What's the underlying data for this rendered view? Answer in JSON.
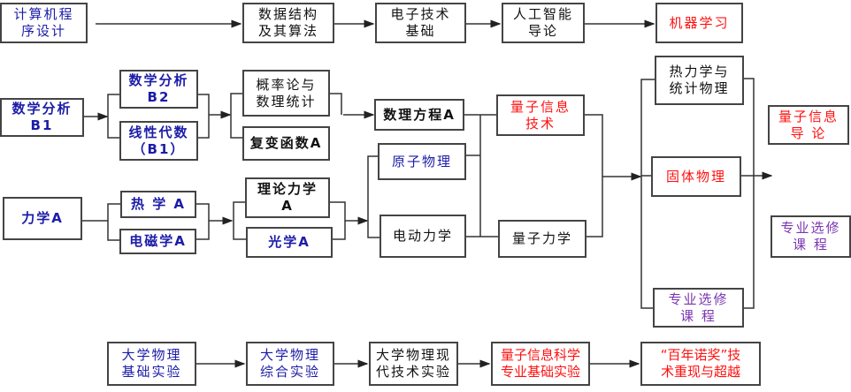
{
  "title_row": [
    {
      "id": "programming",
      "label": "计算机程\n序设计",
      "color": "blue"
    },
    {
      "id": "data-structures",
      "label": "数据结构\n及其算法",
      "color": "black"
    },
    {
      "id": "electronics",
      "label": "电子技术\n基础",
      "color": "black"
    },
    {
      "id": "ai-intro",
      "label": "人工智能\n导论",
      "color": "black"
    },
    {
      "id": "machine-learning",
      "label": "机器学习",
      "color": "red"
    }
  ],
  "math": {
    "analysis_b1": "数学分析\nB1",
    "analysis_b2": "数学分析\nB2",
    "linear_algebra": "线性代数\n（B1）",
    "probability": "概率论与\n数理统计",
    "complex_functions": "复变函数A",
    "math_physics_equations": "数理方程A"
  },
  "physics": {
    "mechanics": "力学A",
    "thermal": "热  学  A",
    "electromagnetism": "电磁学A",
    "theoretical_mechanics": "理论力学\nA",
    "optics": "光学A",
    "atomic_physics": "原子物理",
    "electrodynamics": "电动力学",
    "quantum_info_tech": "量子信息\n技术",
    "quantum_mechanics": "量子力学",
    "thermo_stat": "热力学与\n统计物理",
    "solid_state": "固体物理",
    "electives_mid": "专业选修\n课        程",
    "quantum_info_intro": "量子信息\n导        论",
    "electives_right": "专业选修\n课        程"
  },
  "labs": [
    {
      "id": "basic-lab",
      "label": "大学物理\n基础实验",
      "color": "blue"
    },
    {
      "id": "comprehensive-lab",
      "label": "大学物理\n综合实验",
      "color": "blue"
    },
    {
      "id": "modern-tech-lab",
      "label": "大学物理现\n代技术实验",
      "color": "black"
    },
    {
      "id": "quantum-lab",
      "label": "量子信息科学\n专业基础实验",
      "color": "red"
    },
    {
      "id": "nobel-lab",
      "label": "“百年诺奖”技\n术重现与超越",
      "color": "red"
    }
  ],
  "colors": {
    "blue": "#1c1ca8",
    "red": "#ff1010",
    "purple": "#7a35b0",
    "line": "#333333"
  }
}
